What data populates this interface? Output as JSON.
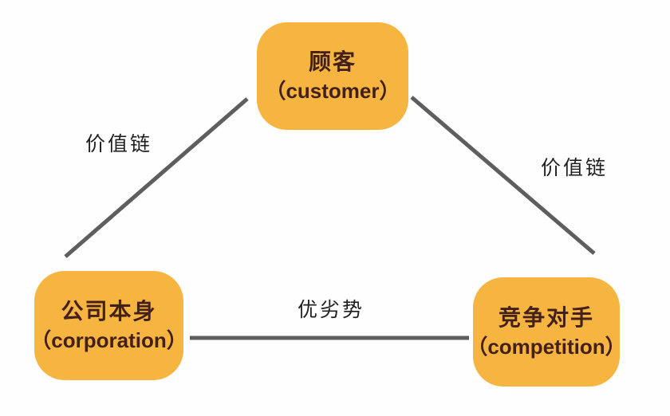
{
  "colors": {
    "background": "#FEFEFE",
    "node_fill": "#F6B440",
    "node_text": "#43201A",
    "edge_line": "#5E5E5E",
    "edge_label_text": "#1F1F1F"
  },
  "diagram": {
    "nodes": [
      {
        "id": "customer",
        "line1": "顾客",
        "line2": "（customer）"
      },
      {
        "id": "corporation",
        "line1": "公司本身",
        "line2": "（corporation）"
      },
      {
        "id": "competition",
        "line1": "竞争对手",
        "line2": "（competition）"
      }
    ],
    "edges": [
      {
        "id": "corporation-customer",
        "label": "价值链"
      },
      {
        "id": "customer-competition",
        "label": "价值链"
      },
      {
        "id": "corporation-competition",
        "label": "优劣势"
      }
    ]
  }
}
